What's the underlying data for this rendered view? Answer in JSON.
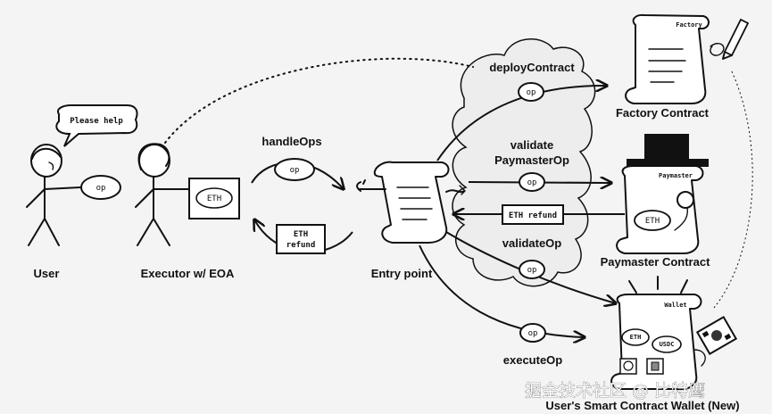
{
  "labels": {
    "user": "User",
    "executor": "Executor w/ EOA",
    "entry_point": "Entry point",
    "factory": "Factory Contract",
    "paymaster": "Paymaster Contract",
    "wallet": "User's Smart Contract Wallet (New)"
  },
  "speech": "Please help",
  "op": "op",
  "eth": "ETH",
  "usdc": "USDC",
  "eth_refund": "ETH refund",
  "eth_refund_line1": "ETH",
  "eth_refund_line2": "refund",
  "calls": {
    "handle_ops": "handleOps",
    "deploy_contract": "deployContract",
    "validate_paymaster_line1": "validate",
    "validate_paymaster_line2": "PaymasterOp",
    "validate_op": "validateOp",
    "execute_op": "executeOp"
  },
  "doc_titles": {
    "factory": "Factory",
    "paymaster": "Paymaster",
    "wallet": "Wallet"
  },
  "watermark": "掘金技术社区 @ 比特鹰"
}
